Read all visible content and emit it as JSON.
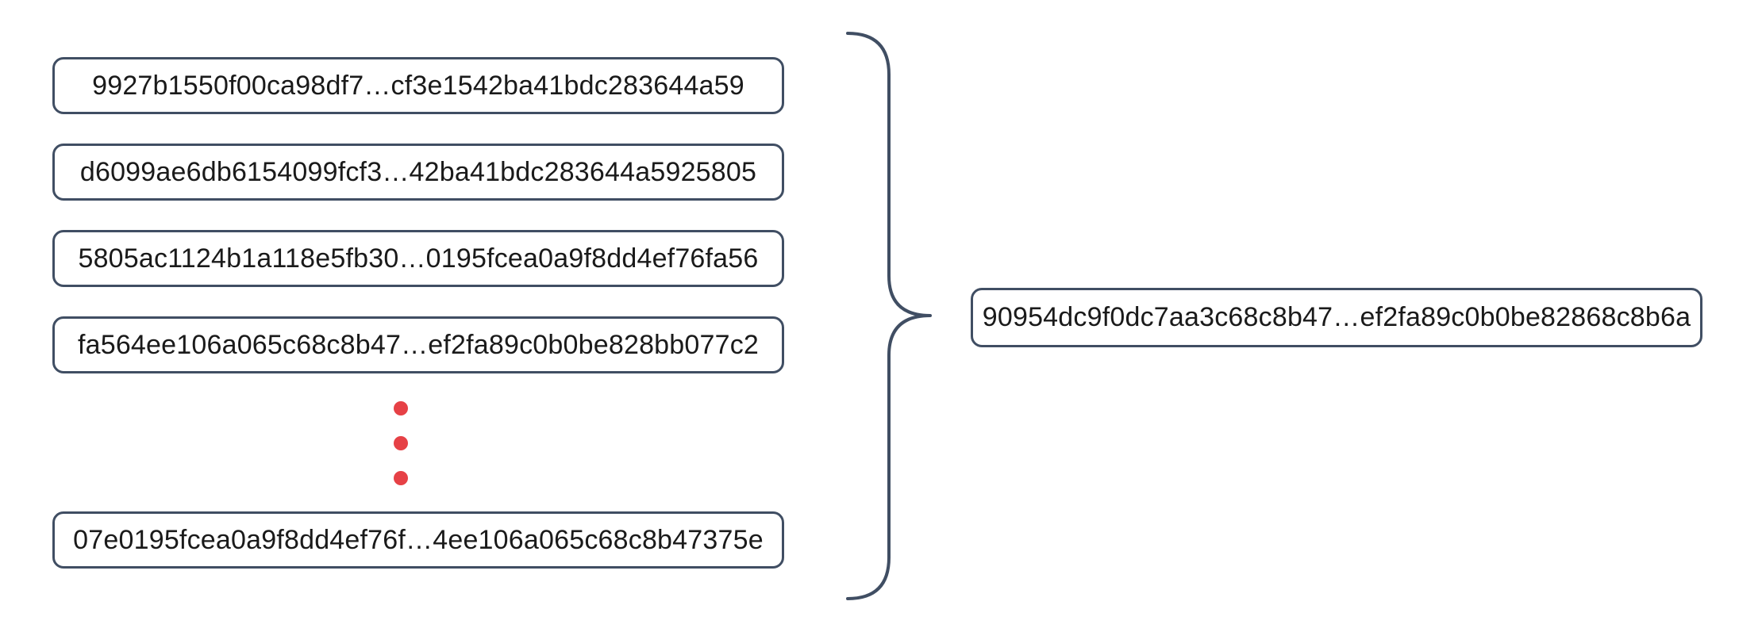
{
  "hashes": {
    "inputs": [
      {
        "text": "9927b1550f00ca98df7…cf3e1542ba41bdc283644a59"
      },
      {
        "text": "d6099ae6db6154099fcf3…42ba41bdc283644a5925805"
      },
      {
        "text": "5805ac1124b1a118e5fb30…0195fcea0a9f8dd4ef76fa56"
      },
      {
        "text": "fa564ee106a065c68c8b47…ef2fa89c0b0be828bb077c2"
      },
      {
        "text": "07e0195fcea0a9f8dd4ef76f…4ee106a065c68c8b47375e"
      }
    ],
    "output": {
      "text": "90954dc9f0dc7aa3c68c8b47…ef2fa89c0b0be82868c8b6a"
    }
  },
  "icons": {
    "ellipsis_dots": {
      "name": "vertical-ellipsis-dots",
      "count": 3,
      "color": "#e64146"
    },
    "brace": {
      "name": "right-curly-brace",
      "color": "#404e63"
    }
  },
  "colors": {
    "background": "#ffffff",
    "box_border": "#404e63",
    "text": "#1a1a1a"
  }
}
